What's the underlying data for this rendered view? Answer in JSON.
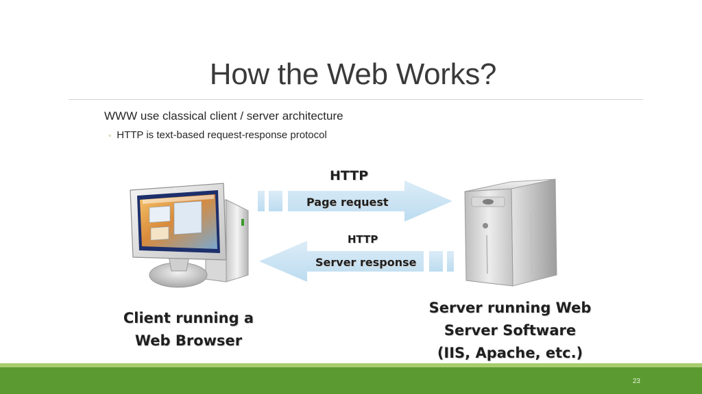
{
  "title": "How the Web Works?",
  "bullets": {
    "main": "WWW use classical client / server architecture",
    "sub": "HTTP is text-based request-response protocol",
    "sub_marker": "◦"
  },
  "diagram": {
    "request": {
      "protocol": "HTTP",
      "label": "Page request"
    },
    "response": {
      "protocol": "HTTP",
      "label": "Server response"
    },
    "client_caption": [
      "Client running a",
      "Web Browser"
    ],
    "server_caption": [
      "Server running Web",
      "Server Software",
      "(IIS, Apache, etc.)"
    ],
    "icons": {
      "client": "computer-monitor-icon",
      "server": "server-tower-icon"
    },
    "colors": {
      "arrow": "#c9e3f4",
      "text": "#1f1f1f"
    }
  },
  "footer": {
    "page_number": "23",
    "color": "#5b9a31",
    "accent": "#a7cd6f"
  }
}
